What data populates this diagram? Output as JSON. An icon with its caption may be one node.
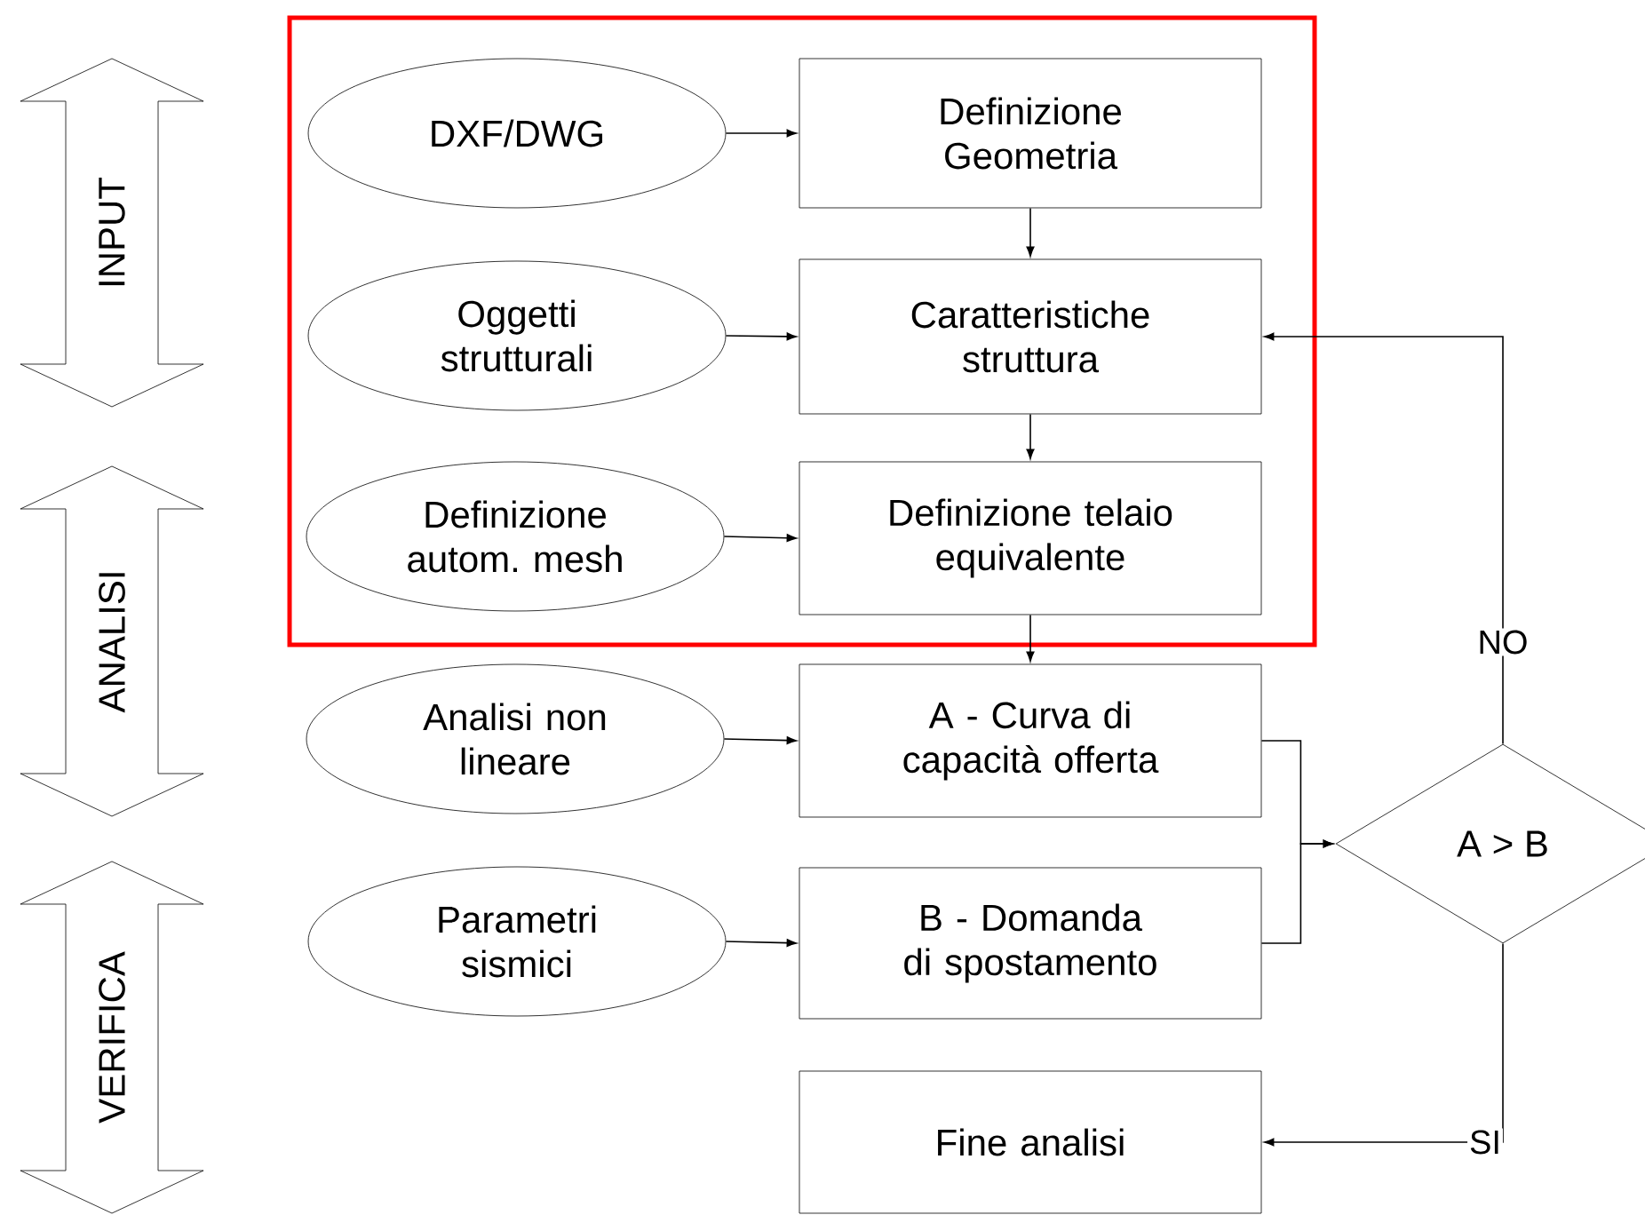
{
  "diagram": {
    "nodes": [
      {
        "text": [
          "INPUT"
        ]
      },
      {
        "text": [
          "ANALISI"
        ]
      },
      {
        "text": [
          "VERIFICA"
        ]
      },
      {
        "text": [],
        "shape": "box"
      },
      {
        "text": [
          "DXF/DWG"
        ],
        "in": 3
      },
      {
        "text": [
          "Definizione Geometria"
        ],
        "in": 3
      },
      {
        "text": [
          "Oggetti strutturali"
        ],
        "in": 3
      },
      {
        "text": [
          "Caratteristiche struttura"
        ],
        "in": 3
      },
      {
        "text": [
          "Definizione autom. mesh"
        ],
        "in": 3
      },
      {
        "text": [
          "Definizione telaio equivalente"
        ],
        "in": 3
      },
      {
        "text": [
          "Analisi non lineare"
        ]
      },
      {
        "text": [
          "A - Curva di capacità offerta"
        ]
      },
      {
        "text": [
          "A > B"
        ]
      },
      {
        "text": [
          "Parametri sismici"
        ]
      },
      {
        "text": [
          "B - Domanda di spostamento"
        ]
      },
      {
        "text": [
          "Fine analisi"
        ]
      }
    ],
    "edges": [
      {
        "from": 4,
        "to": 5,
        "arrow": "to"
      },
      {
        "from": 5,
        "to": 7,
        "arrow": "to"
      },
      {
        "from": 6,
        "to": 7,
        "arrow": "to"
      },
      {
        "from": 7,
        "to": 9,
        "arrow": "to"
      },
      {
        "from": 8,
        "to": 9,
        "arrow": "to"
      },
      {
        "from": 9,
        "to": 11,
        "arrow": "to"
      },
      {
        "from": 10,
        "to": 11,
        "arrow": "to"
      },
      {
        "from": 13,
        "to": 14,
        "arrow": "to"
      },
      {
        "from": 11,
        "to": 12,
        "arrow": "to"
      },
      {
        "from": 14,
        "to": 12,
        "arrow": "to"
      },
      {
        "from": 12,
        "to": 7,
        "arrow": "to",
        "label": "NO"
      },
      {
        "from": 12,
        "to": 15,
        "arrow": "to",
        "label": "SI"
      }
    ]
  }
}
